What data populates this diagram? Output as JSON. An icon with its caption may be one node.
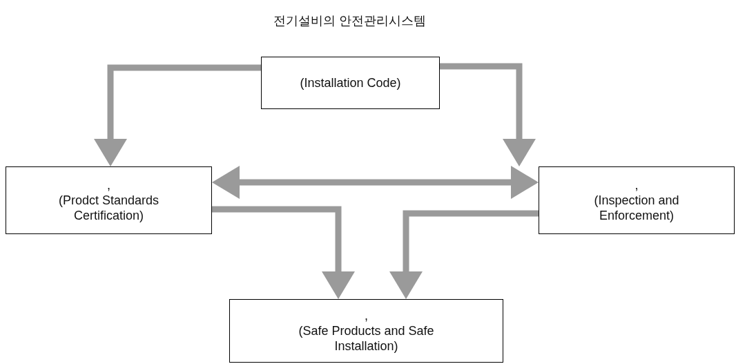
{
  "diagram": {
    "title": "전기설비의 안전관리시스템",
    "nodes": [
      {
        "text": [
          "(Installation Code)"
        ]
      },
      {
        "text": [
          ",",
          "(Prodct Standards Certification)"
        ]
      },
      {
        "text": [
          ",",
          "(Inspection and Enforcement)"
        ]
      },
      {
        "text": [
          ",",
          "(Safe Products and Safe Installation)"
        ]
      }
    ],
    "edges": [
      {
        "from": 0,
        "to": 1,
        "arrow": "to"
      },
      {
        "from": 0,
        "to": 2,
        "arrow": "to"
      },
      {
        "from": 1,
        "to": 2,
        "arrow": "both"
      },
      {
        "from": 1,
        "to": 3,
        "arrow": "to"
      },
      {
        "from": 2,
        "to": 3,
        "arrow": "to"
      }
    ]
  }
}
